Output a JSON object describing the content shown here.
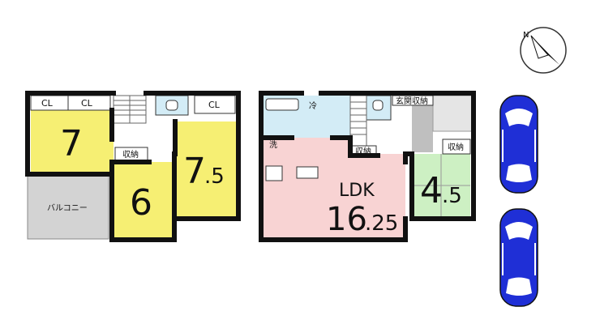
{
  "floor2": {
    "rooms": [
      {
        "id": "room-7",
        "size_main": "7"
      },
      {
        "id": "room-6",
        "size_main": "6"
      },
      {
        "id": "room-7-5",
        "size_main": "7",
        "size_dec": ".5"
      }
    ],
    "closets": [
      "CL",
      "CL",
      "CL"
    ],
    "storage": "収納",
    "balcony": "バルコニー"
  },
  "floor1": {
    "ldk_label": "LDK",
    "ldk_main": "16",
    "ldk_dec": ".25",
    "room_main": "4",
    "room_dec": ".5",
    "washroom": "洗",
    "fridge": "冷",
    "storage": "収納",
    "entrance_storage": "玄関収納"
  },
  "compass": {
    "north_label": "N"
  },
  "colors": {
    "western_room": "#f6ef73",
    "balcony": "#d3d3d3",
    "ldk": "#f8d3d3",
    "japanese_room": "#cdf0c3",
    "utility": "#d3ecf6",
    "entrance": "#bfbfbf",
    "car_body": "#1f2fd6",
    "car_glass": "#ffffff"
  },
  "cars": [
    "car",
    "car"
  ]
}
